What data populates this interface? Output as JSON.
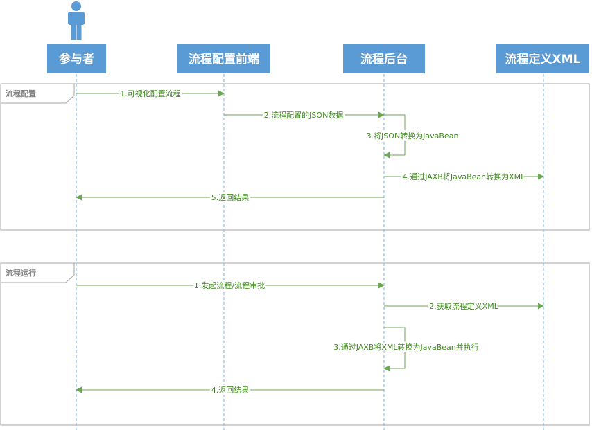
{
  "actors": [
    {
      "id": "user",
      "label": "参与者"
    },
    {
      "id": "frontend",
      "label": "流程配置前端"
    },
    {
      "id": "backend",
      "label": "流程后台"
    },
    {
      "id": "xml",
      "label": "流程定义XML"
    }
  ],
  "frames": [
    {
      "title": "流程配置"
    },
    {
      "title": "流程运行"
    }
  ],
  "messages": [
    {
      "text": "1.可视化配置流程"
    },
    {
      "text": "2.流程配置的JSON数据"
    },
    {
      "text": "3.将JSON转换为JavaBean"
    },
    {
      "text": "4.通过JAXB将JavaBean转换为XML"
    },
    {
      "text": "5.返回结果"
    },
    {
      "text": "1.发起流程/流程审批"
    },
    {
      "text": "2.获取流程定义XML"
    },
    {
      "text": "3.通过JAXB将XML转换为JavaBean并执行"
    },
    {
      "text": "4.返回结果"
    }
  ],
  "colors": {
    "actor_fill": "#5b9bd5",
    "actor_text": "#ffffff",
    "lifeline": "#7ab0e0",
    "arrow": "#6aa84f",
    "message_text": "#3f8a1e",
    "frame_border": "#a6a6a6",
    "frame_title": "#888888"
  },
  "icons": {
    "participant": "person-icon"
  }
}
